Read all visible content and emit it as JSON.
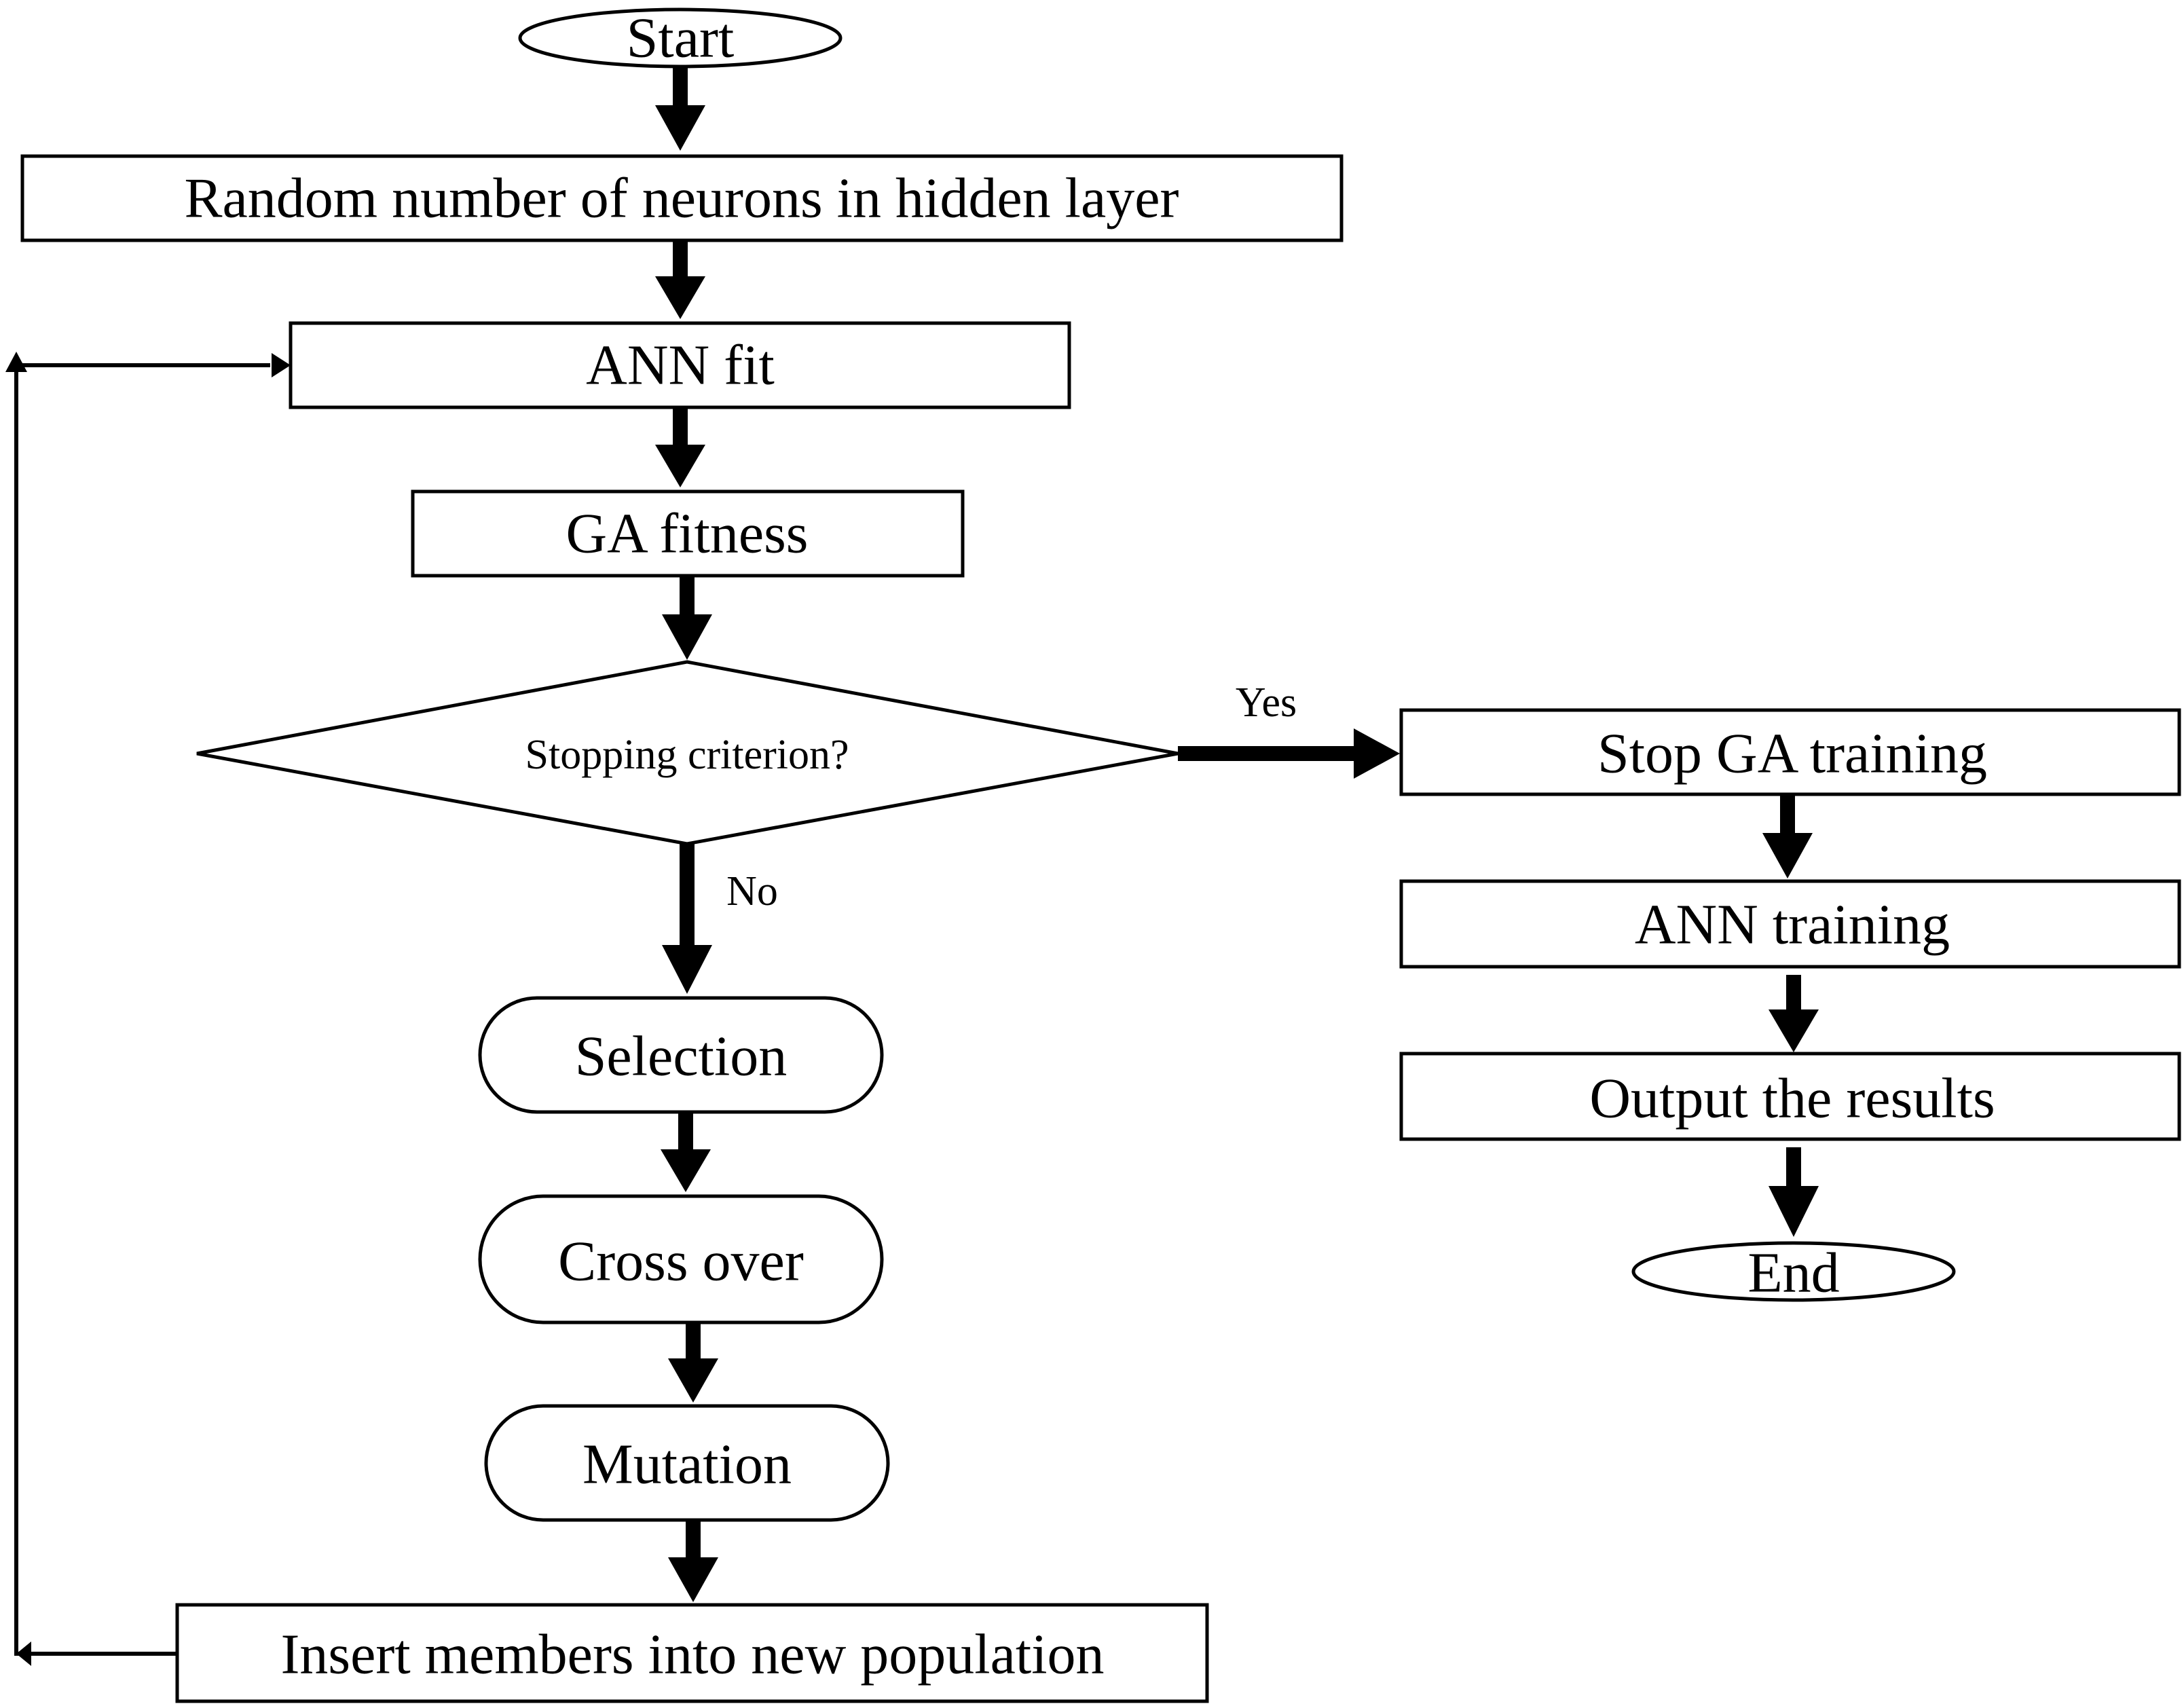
{
  "nodes": {
    "start": "Start",
    "random_neurons": "Random number of neurons in hidden layer",
    "ann_fit": "ANN fit",
    "ga_fitness": "GA fitness",
    "stopping_criterion": "Stopping  criterion?",
    "selection": "Selection",
    "cross_over": "Cross over",
    "mutation": "Mutation",
    "insert_members": "Insert members into new population",
    "stop_ga_training": "Stop GA training",
    "ann_training": "ANN training",
    "output_results": "Output the results",
    "end": "End"
  },
  "edges": {
    "yes_label": "Yes",
    "no_label": "No"
  },
  "colors": {
    "stroke": "#000000",
    "fill": "#ffffff"
  }
}
